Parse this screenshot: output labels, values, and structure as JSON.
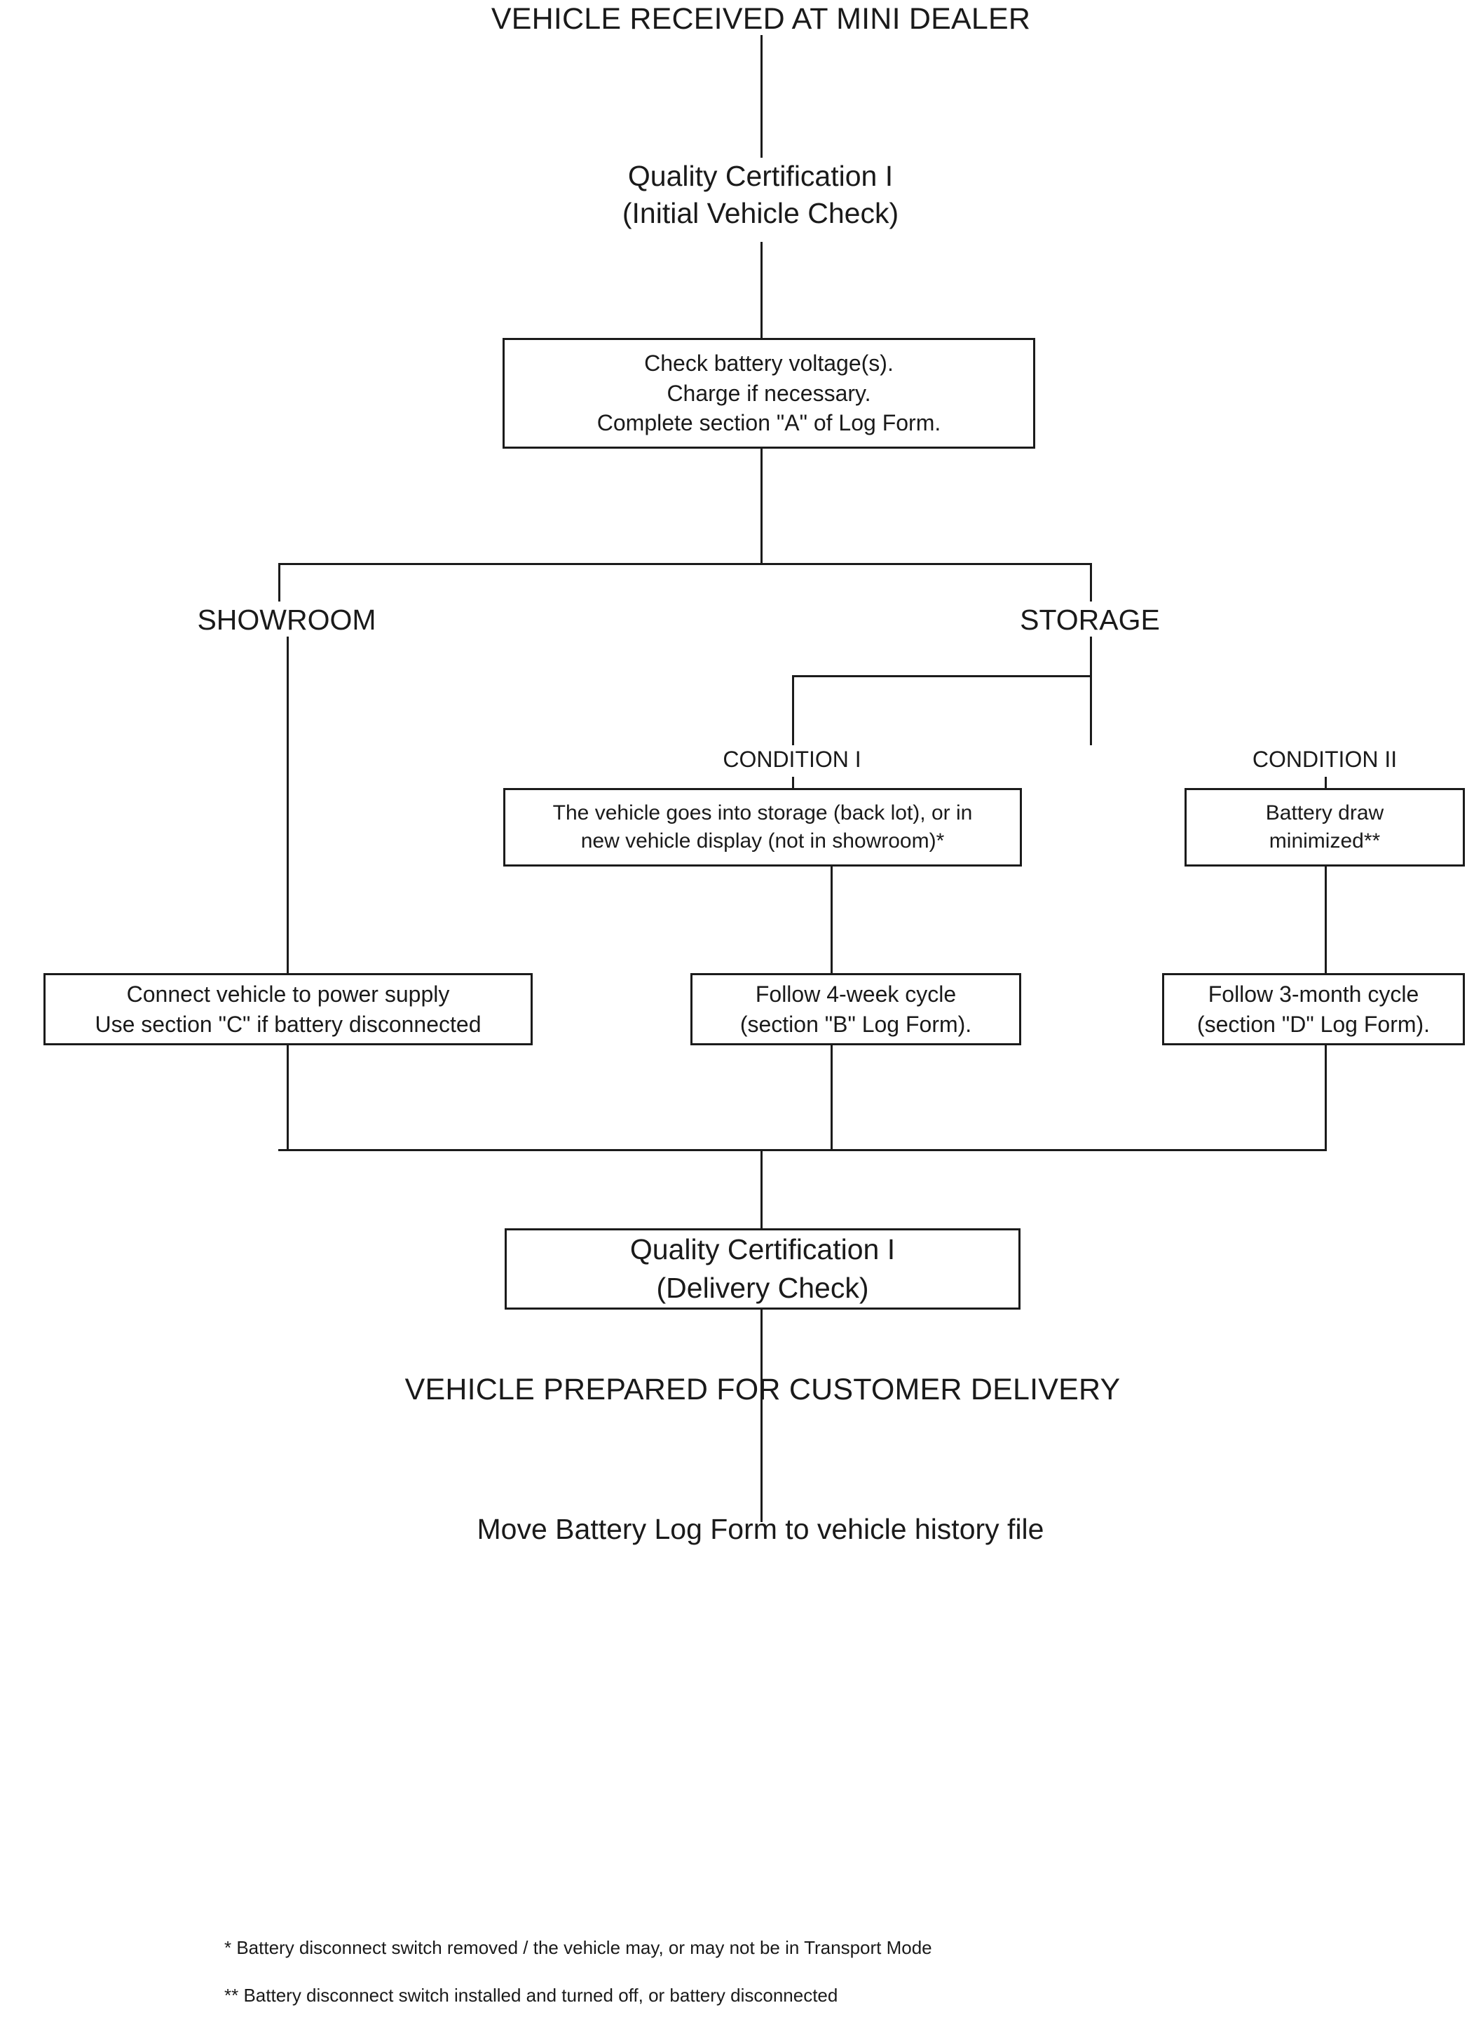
{
  "diagram": {
    "title": "VEHICLE RECEIVED AT MINI DEALER",
    "type": "flowchart",
    "orientation": "top-down",
    "nodes": {
      "start": "VEHICLE RECEIVED AT MINI DEALER",
      "qc_initial": "Quality Certification I\n(Initial Vehicle Check)",
      "battery_check": "Check battery voltage(s).\nCharge if necessary.\nComplete section \"A\" of Log Form.",
      "branch_showroom": "SHOWROOM",
      "branch_storage": "STORAGE",
      "condition_1_label": "CONDITION I",
      "condition_2_label": "CONDITION II",
      "condition_1_box": "The vehicle goes into storage (back lot), or in\nnew vehicle display (not in showroom)*",
      "condition_2_box": "Battery draw\nminimized**",
      "showroom_action": "Connect vehicle to power supply\nUse section \"C\" if battery disconnected",
      "cycle_4week": "Follow 4-week cycle\n(section \"B\" Log Form).",
      "cycle_3month": "Follow 3-month cycle\n(section \"D\" Log Form).",
      "qc_delivery": "Quality Certification I\n(Delivery Check)",
      "prepared": "VEHICLE PREPARED FOR CUSTOMER DELIVERY",
      "move_log_form": "Move Battery Log Form to vehicle history file"
    },
    "footnotes": [
      "* Battery disconnect switch removed / the vehicle may, or may not be in Transport Mode",
      "** Battery disconnect switch installed and turned off, or battery disconnected"
    ],
    "colors": {
      "line": "#1b1b1b",
      "text": "#1a1a1a",
      "background": "#ffffff"
    }
  }
}
